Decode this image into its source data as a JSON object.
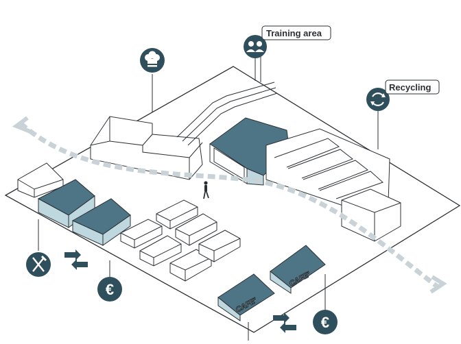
{
  "labels": {
    "training_area": "Training area",
    "recycling": "Recycling",
    "cafe_left": "CAFE'",
    "cafe_right": "CAFE'"
  },
  "icons": {
    "chef": "chef-hat-icon",
    "training": "people-icon",
    "recycling": "recycle-icon",
    "dining": "fork-knife-icon",
    "euro_left": "euro-icon",
    "euro_right": "euro-icon",
    "exchange_left": "exchange-arrows-icon",
    "exchange_right": "exchange-arrows-icon"
  },
  "glyphs": {
    "euro": "€"
  },
  "colors": {
    "icon_fill": "#2f4f5c",
    "roof_blue": "#4d7585",
    "wall_blue": "#bfd8df",
    "outline": "#2b2f33",
    "dashed_path": "#c9d3d7"
  }
}
